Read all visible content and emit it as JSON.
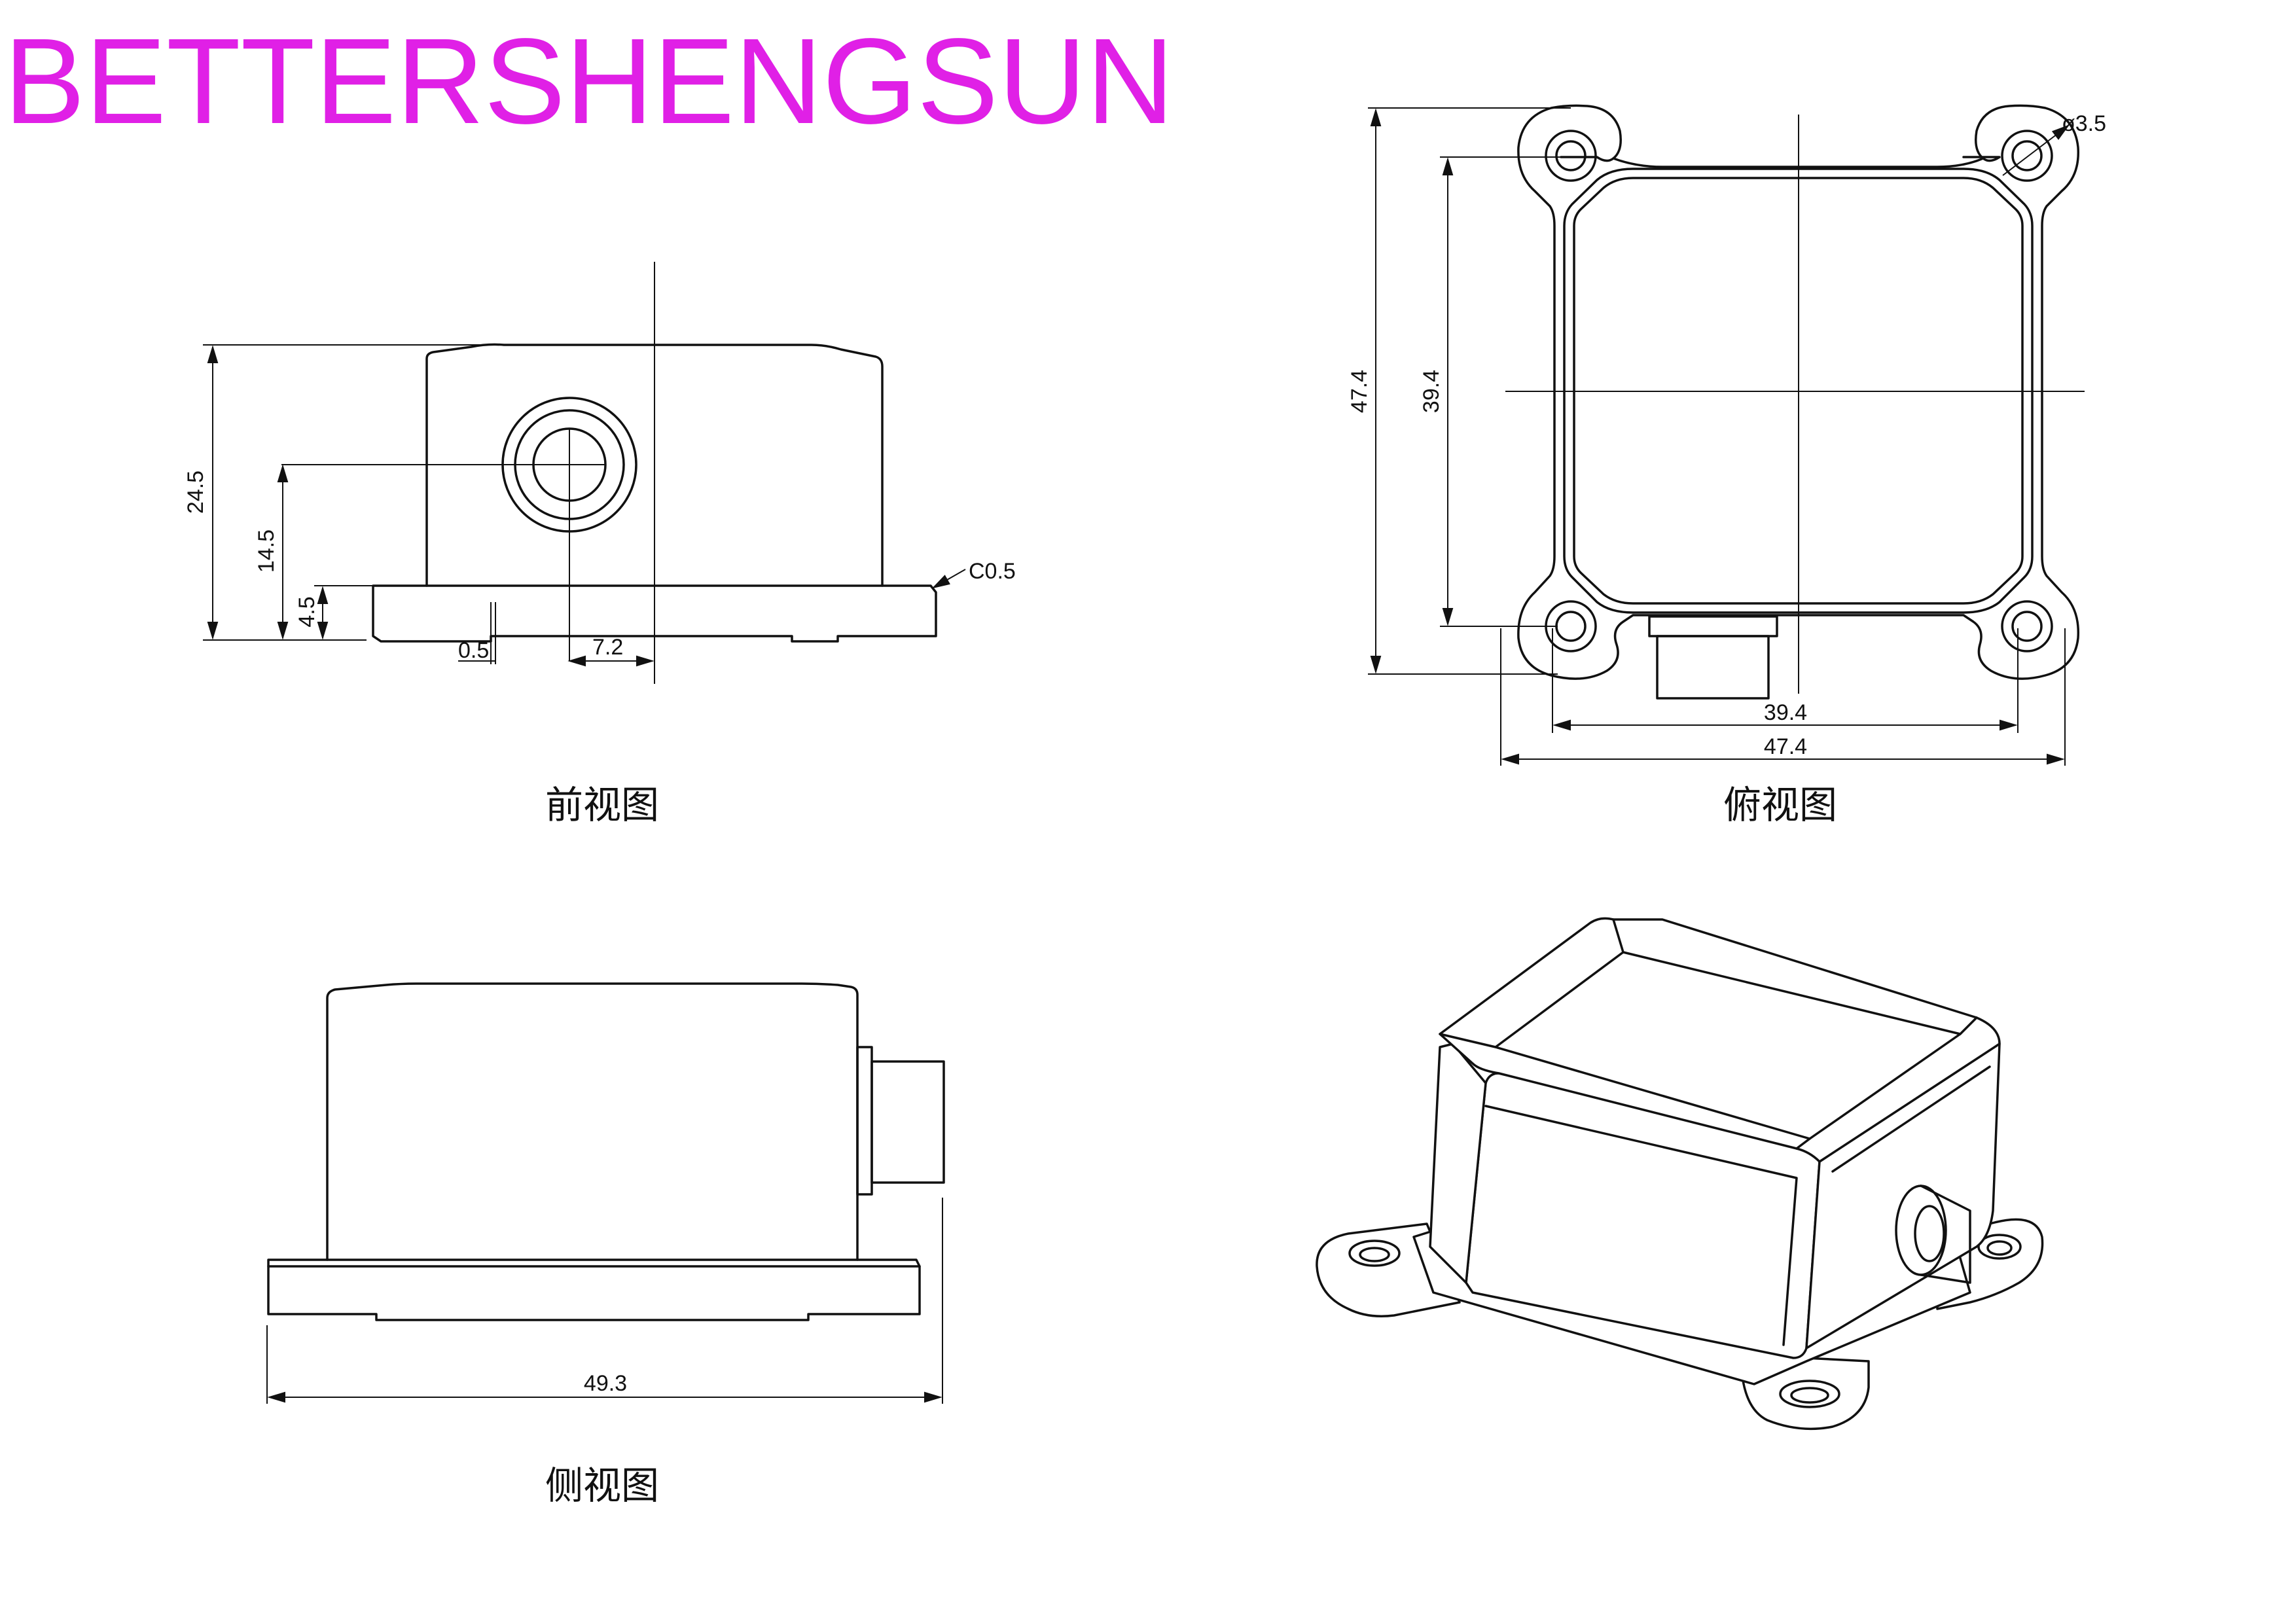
{
  "brand": {
    "name": "BETTERSHENGSUN",
    "color": "#e020e6"
  },
  "views": {
    "front": {
      "caption": "前视图",
      "dims": {
        "height": "24.5",
        "center_height": "14.5",
        "base_height": "4.5",
        "step": "0.5",
        "offset": "7.2",
        "chamfer": "C0.5"
      }
    },
    "top": {
      "caption": "俯视图",
      "dims": {
        "hole_dia": "ø3.5",
        "outer_height": "47.4",
        "inner_height": "39.4",
        "inner_width": "39.4",
        "outer_width": "47.4"
      }
    },
    "side": {
      "caption": "侧视图",
      "dims": {
        "length": "49.3"
      }
    },
    "iso": {
      "caption": ""
    }
  }
}
